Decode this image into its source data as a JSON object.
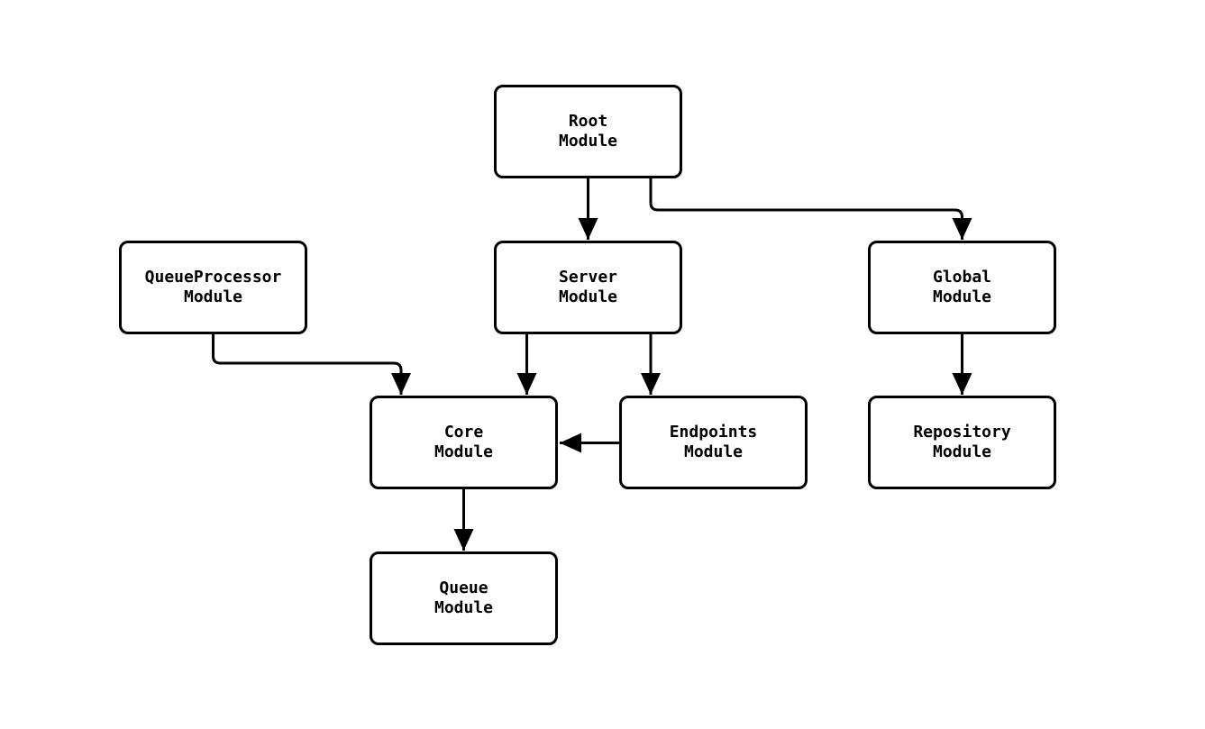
{
  "diagram": {
    "background_color": "#ffffff",
    "node_fill_color": "#ffffff",
    "stroke_color": "#000000",
    "nodes": [
      {
        "id": "root",
        "lines": [
          "Root",
          "Module"
        ]
      },
      {
        "id": "queueprocessor",
        "lines": [
          "QueueProcessor",
          "Module"
        ]
      },
      {
        "id": "server",
        "lines": [
          "Server",
          "Module"
        ]
      },
      {
        "id": "global",
        "lines": [
          "Global",
          "Module"
        ]
      },
      {
        "id": "core",
        "lines": [
          "Core",
          "Module"
        ]
      },
      {
        "id": "endpoints",
        "lines": [
          "Endpoints",
          "Module"
        ]
      },
      {
        "id": "repository",
        "lines": [
          "Repository",
          "Module"
        ]
      },
      {
        "id": "queue",
        "lines": [
          "Queue",
          "Module"
        ]
      }
    ],
    "edges": [
      {
        "from": "root",
        "to": "server"
      },
      {
        "from": "root",
        "to": "global"
      },
      {
        "from": "queueprocessor",
        "to": "core"
      },
      {
        "from": "server",
        "to": "core"
      },
      {
        "from": "server",
        "to": "endpoints"
      },
      {
        "from": "endpoints",
        "to": "core"
      },
      {
        "from": "global",
        "to": "repository"
      },
      {
        "from": "core",
        "to": "queue"
      }
    ]
  }
}
